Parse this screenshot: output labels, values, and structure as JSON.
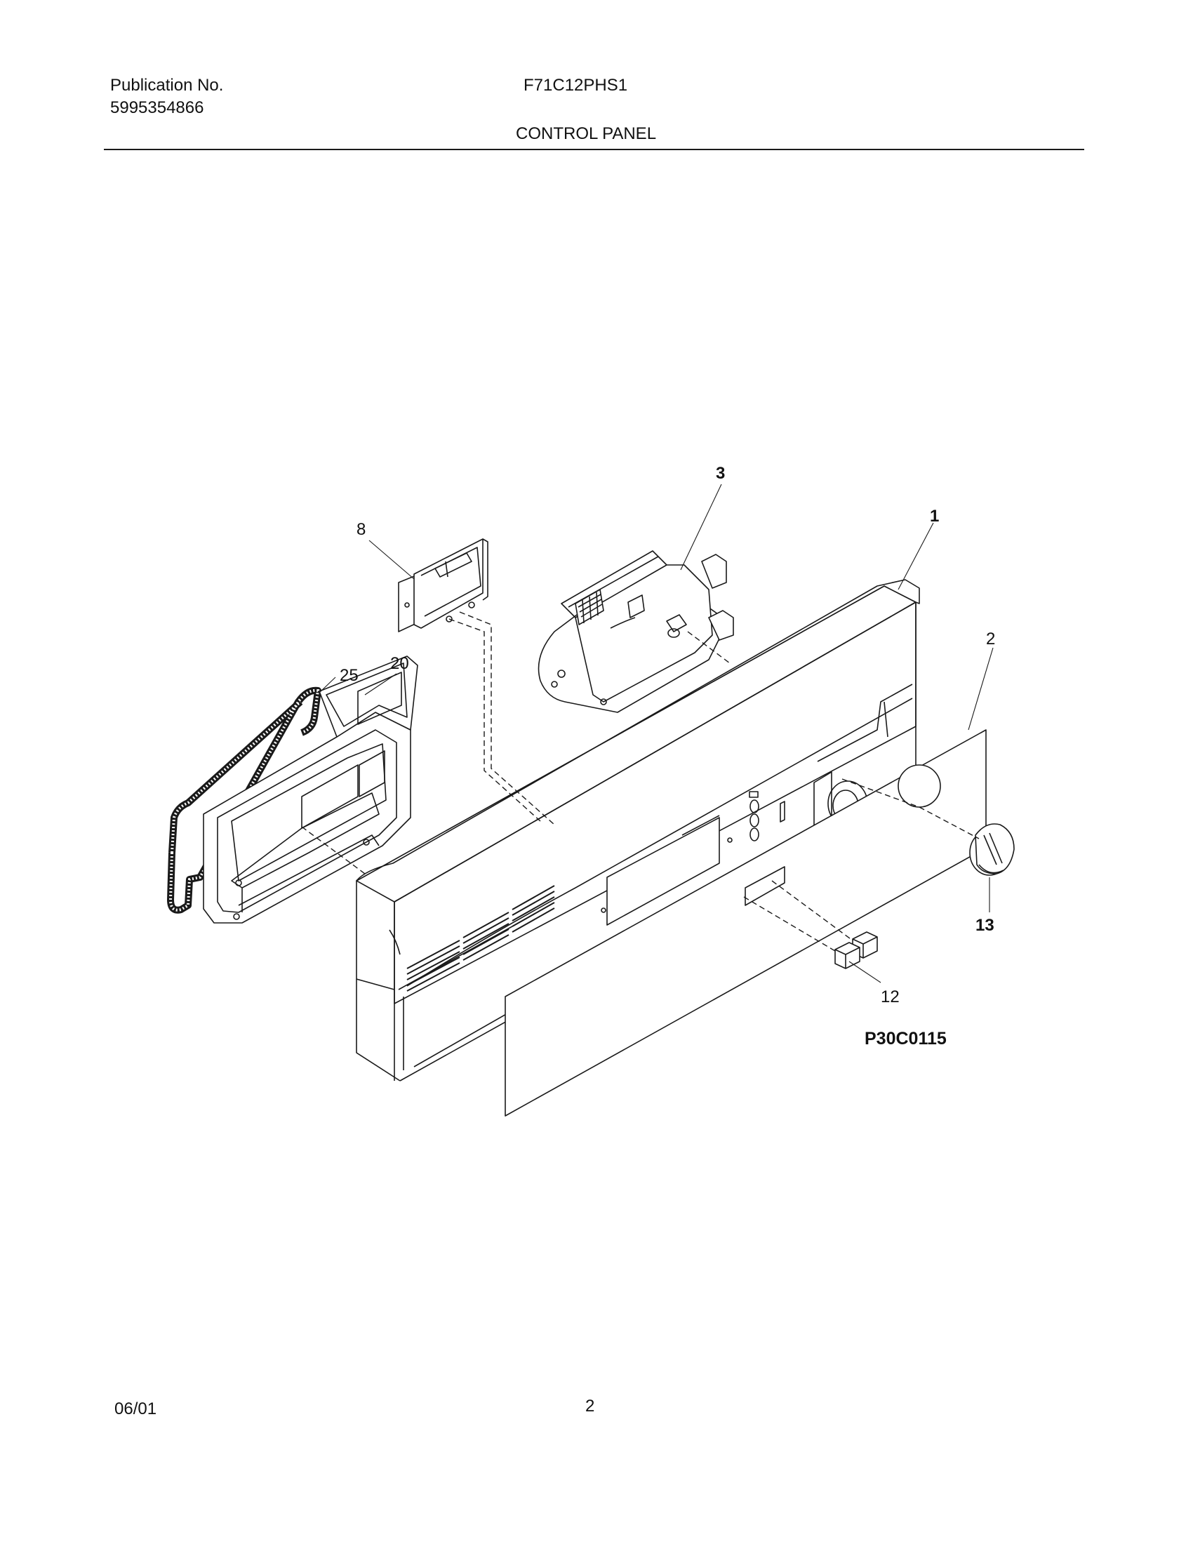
{
  "header": {
    "publication_label": "Publication No.",
    "publication_number": "5995354866",
    "model": "F71C12PHS1",
    "section_title": "CONTROL PANEL"
  },
  "diagram": {
    "callouts": {
      "c1": "1",
      "c2": "2",
      "c3": "3",
      "c8": "8",
      "c12": "12",
      "c13": "13",
      "c20": "20",
      "c25": "25"
    },
    "figure_ref": "P30C0115"
  },
  "footer": {
    "date": "06/01",
    "page": "2"
  }
}
